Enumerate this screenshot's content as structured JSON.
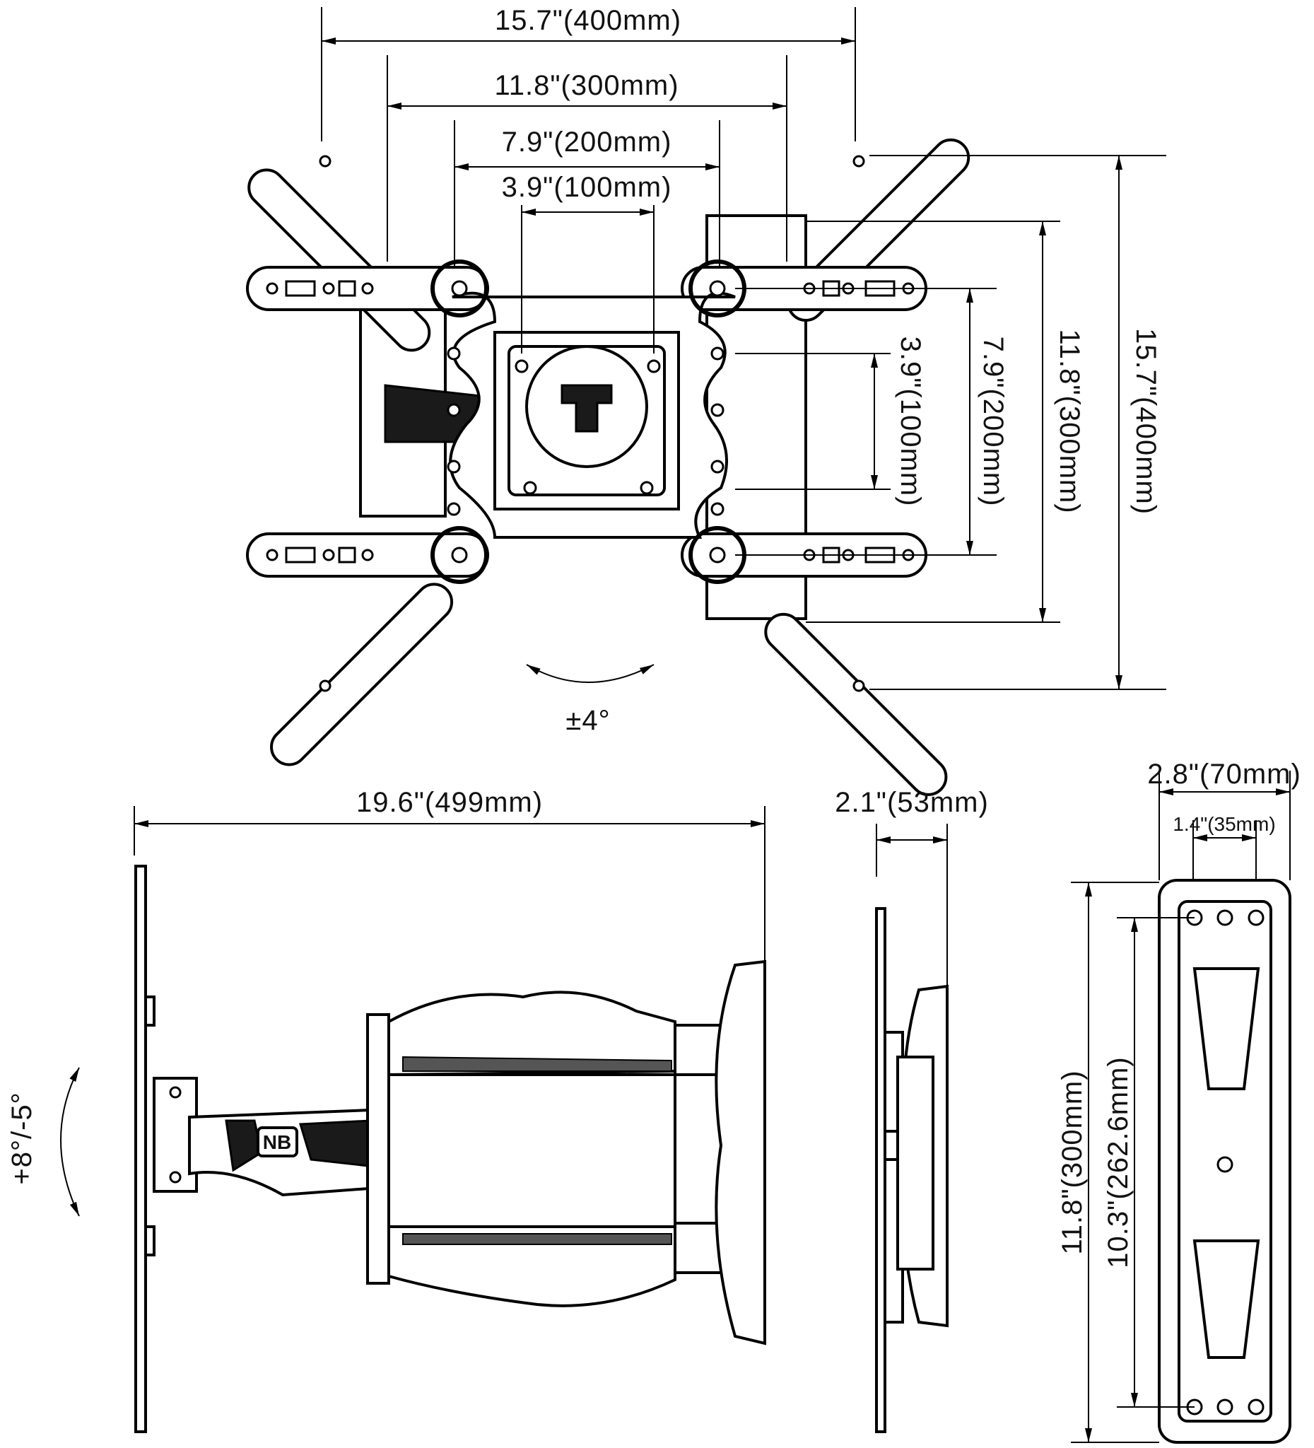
{
  "front_view": {
    "width_400": "15.7\"(400mm)",
    "width_300": "11.8\"(300mm)",
    "width_200": "7.9\"(200mm)",
    "width_100": "3.9\"(100mm)",
    "height_100": "3.9\"(100mm)",
    "height_200": "7.9\"(200mm)",
    "height_300": "11.8\"(300mm)",
    "height_400": "15.7\"(400mm)",
    "swivel": "±4°"
  },
  "side_view": {
    "extension": "19.6\"(499mm)",
    "tilt": "+8°/-5°"
  },
  "profile_view": {
    "depth": "2.1\"(53mm)"
  },
  "wall_plate_view": {
    "width": "2.8\"(70mm)",
    "hole_spacing": "1.4\"(35mm)",
    "height": "11.8\"(300mm)",
    "hole_height": "10.3\"(262.6mm)"
  },
  "logo_text": "NB"
}
